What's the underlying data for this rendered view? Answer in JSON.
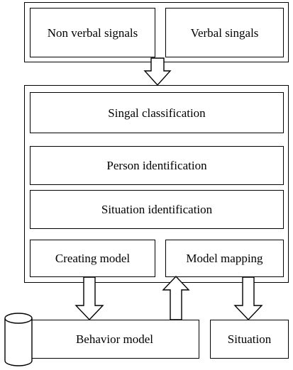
{
  "signals": {
    "nonverbal_label": "Non verbal signals",
    "verbal_label": "Verbal singals"
  },
  "processing": {
    "classification_label": "Singal classification",
    "person_label": "Person identification",
    "situation_label": "Situation identification",
    "creating_model_label": "Creating model",
    "model_mapping_label": "Model mapping"
  },
  "outputs": {
    "behavior_model_label": "Behavior model",
    "situation_label": "Situation"
  }
}
